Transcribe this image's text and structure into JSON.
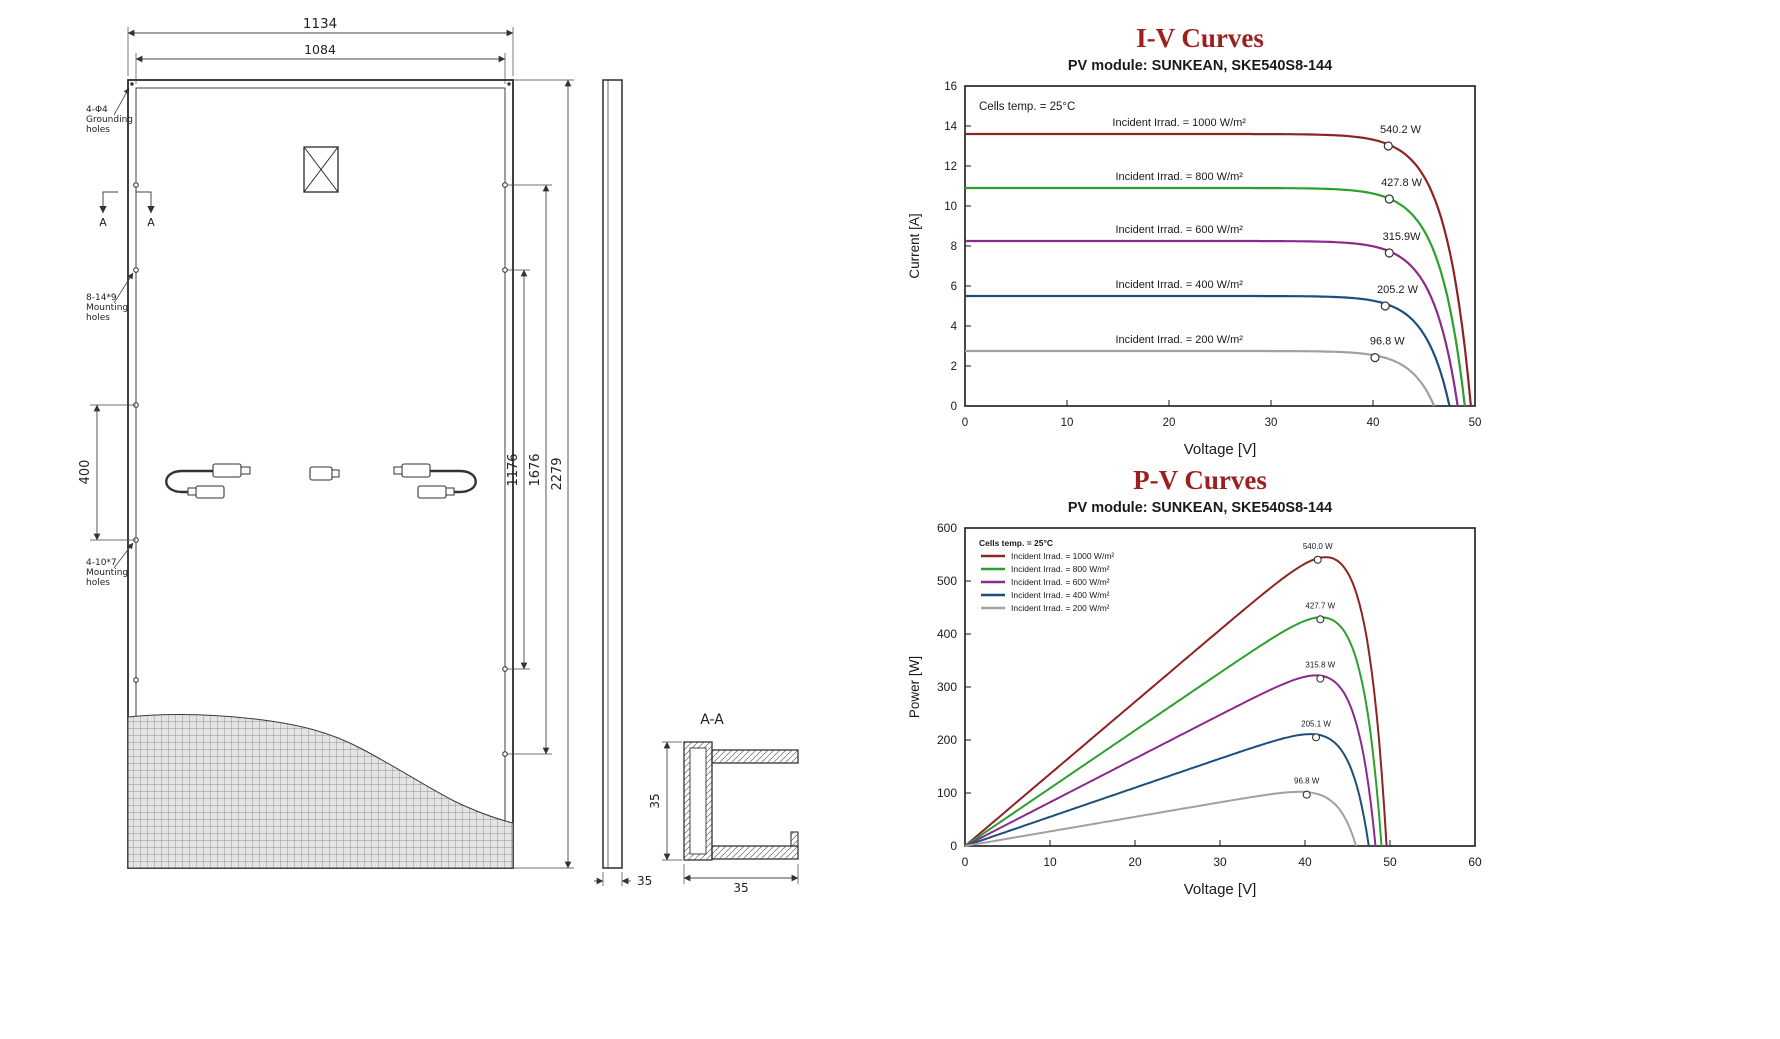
{
  "page": {
    "background": "#ffffff"
  },
  "drawing": {
    "dims": {
      "top_outer": "1134",
      "top_inner": "1084",
      "left_span": "400",
      "right_inner": "1176",
      "right_mid": "1676",
      "right_outer": "2279",
      "side_width": "35",
      "section_height": "35",
      "section_width": "35"
    },
    "notes": {
      "grounding": [
        "4-Φ4",
        "Grounding",
        "holes"
      ],
      "mounting_upper": [
        "8-14*9",
        "Mounting",
        "holes"
      ],
      "mounting_lower": [
        "4-10*7",
        "Mounting",
        "holes"
      ]
    },
    "section": {
      "title": "A-A",
      "marker": "A"
    }
  },
  "chart_data": [
    {
      "type": "line",
      "curve": "iv",
      "title": "I-V Curves",
      "title_color": "#9e1f1f",
      "subtitle": "PV module: SUNKEAN, SKE540S8-144",
      "xlabel": "Voltage [V]",
      "ylabel": "Current [A]",
      "xlim": [
        0,
        50
      ],
      "ylim": [
        0,
        16
      ],
      "xticks": [
        0,
        10,
        20,
        30,
        40,
        50
      ],
      "yticks": [
        0,
        2,
        4,
        6,
        8,
        10,
        12,
        14,
        16
      ],
      "note": "Cells temp. = 25°C",
      "grid": false,
      "legend": false,
      "series": [
        {
          "label": "Incident Irrad. = 1000 W/m²",
          "color": "#8e2323",
          "isc": 13.6,
          "voc": 49.6,
          "vmp": 41.5,
          "imp": 13.0,
          "pmax": 540.2,
          "mpp_label": "540.2 W"
        },
        {
          "label": "Incident Irrad. = 800 W/m²",
          "color": "#2ca02c",
          "isc": 10.9,
          "voc": 49.0,
          "vmp": 41.6,
          "imp": 10.35,
          "pmax": 427.8,
          "mpp_label": "427.8 W"
        },
        {
          "label": "Incident Irrad. = 600 W/m²",
          "color": "#8b2a8b",
          "isc": 8.25,
          "voc": 48.3,
          "vmp": 41.6,
          "imp": 7.65,
          "pmax": 315.9,
          "mpp_label": "315.9W"
        },
        {
          "label": "Incident Irrad. = 400 W/m²",
          "color": "#1f4e79",
          "isc": 5.5,
          "voc": 47.5,
          "vmp": 41.2,
          "imp": 5.0,
          "pmax": 205.2,
          "mpp_label": "205.2 W"
        },
        {
          "label": "Incident Irrad. = 200 W/m²",
          "color": "#a0a0a0",
          "isc": 2.75,
          "voc": 46.0,
          "vmp": 40.2,
          "imp": 2.42,
          "pmax": 96.8,
          "mpp_label": "96.8 W"
        }
      ]
    },
    {
      "type": "line",
      "curve": "pv",
      "title": "P-V Curves",
      "title_color": "#9e1f1f",
      "subtitle": "PV module: SUNKEAN, SKE540S8-144",
      "xlabel": "Voltage [V]",
      "ylabel": "Power [W]",
      "xlim": [
        0,
        60
      ],
      "ylim": [
        0,
        600
      ],
      "xticks": [
        0,
        10,
        20,
        30,
        40,
        50,
        60
      ],
      "yticks": [
        0,
        100,
        200,
        300,
        400,
        500,
        600
      ],
      "note": "Cells temp. = 25°C",
      "grid": false,
      "legend": true,
      "series": [
        {
          "label": "Incident Irrad. = 1000 W/m²",
          "color": "#8e2323",
          "isc": 13.6,
          "voc": 49.6,
          "vmp": 41.5,
          "pmax": 540.0,
          "mpp_label": "540.0 W"
        },
        {
          "label": "Incident Irrad. = 800 W/m²",
          "color": "#2ca02c",
          "isc": 10.9,
          "voc": 49.0,
          "vmp": 41.8,
          "pmax": 427.7,
          "mpp_label": "427.7 W"
        },
        {
          "label": "Incident Irrad. = 600 W/m²",
          "color": "#8b2a8b",
          "isc": 8.25,
          "voc": 48.3,
          "vmp": 41.8,
          "pmax": 315.8,
          "mpp_label": "315.8 W"
        },
        {
          "label": "Incident Irrad. = 400 W/m²",
          "color": "#1f4e79",
          "isc": 5.5,
          "voc": 47.5,
          "vmp": 41.3,
          "pmax": 205.1,
          "mpp_label": "205.1 W"
        },
        {
          "label": "Incident Irrad. = 200 W/m²",
          "color": "#a0a0a0",
          "isc": 2.75,
          "voc": 46.0,
          "vmp": 40.2,
          "pmax": 96.8,
          "mpp_label": "96.8 W"
        }
      ]
    }
  ]
}
